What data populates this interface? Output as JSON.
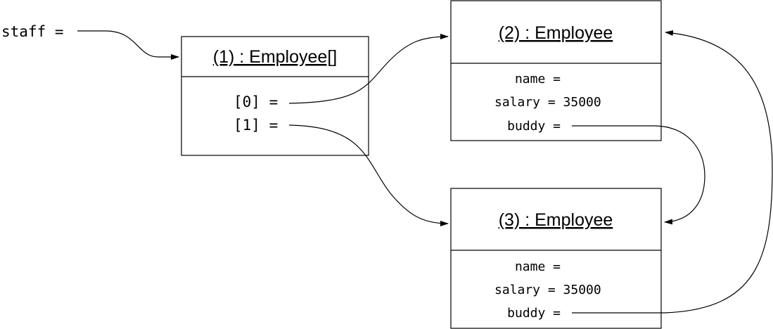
{
  "variable": {
    "label": "staff ="
  },
  "array_object": {
    "title": "(1) : Employee[]",
    "slots": [
      "[0] =",
      "[1] ="
    ]
  },
  "employee_2": {
    "title": "(2) : Employee",
    "fields": [
      "name =",
      "salary = 35000",
      "buddy ="
    ]
  },
  "employee_3": {
    "title": "(3) : Employee",
    "fields": [
      "name =",
      "salary = 35000",
      "buddy ="
    ]
  }
}
